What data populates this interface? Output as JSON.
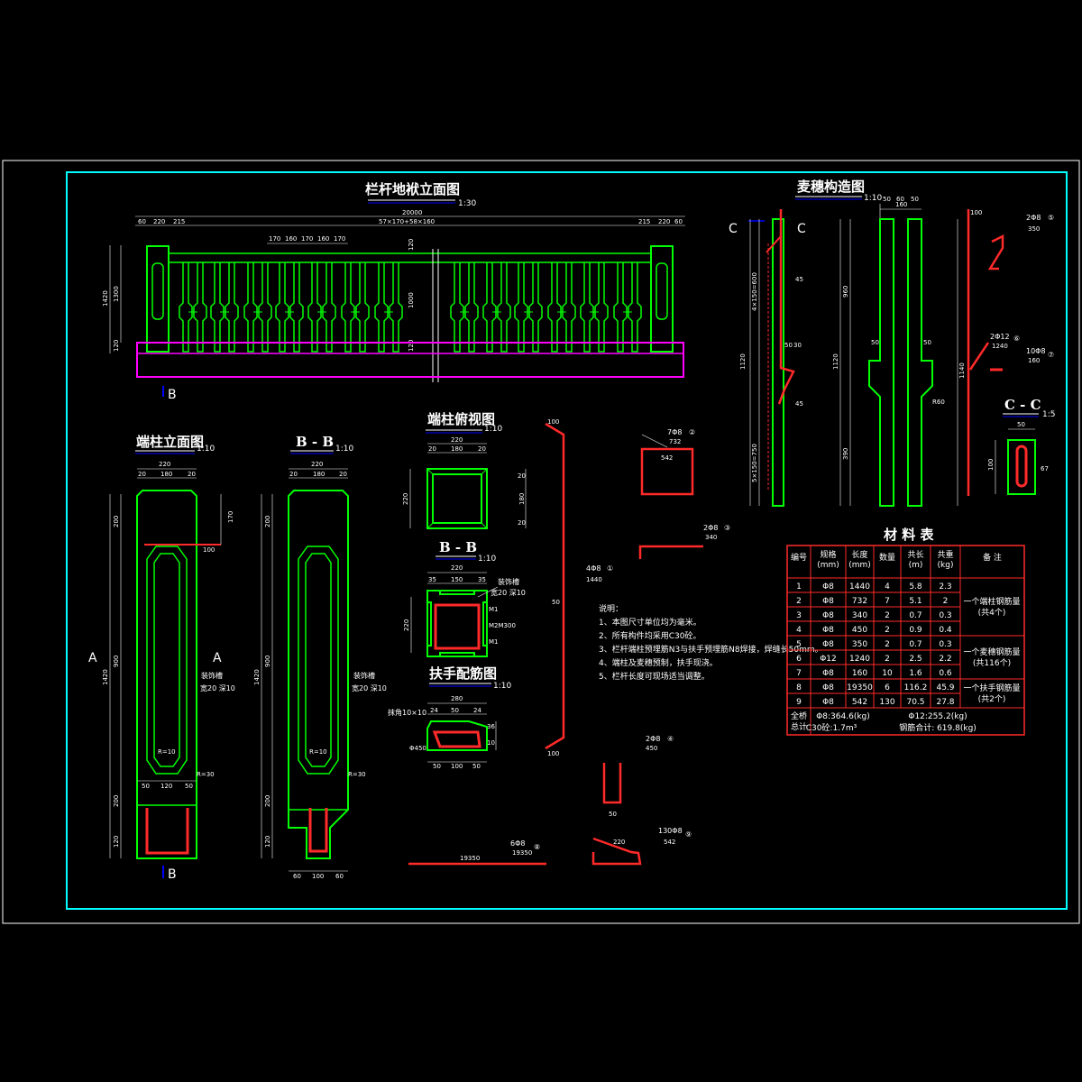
{
  "titles": {
    "railing_elevation": "栏杆地袱立面图",
    "railing_elevation_scale": "1:30",
    "baluster_structure": "麦穗构造图",
    "baluster_structure_scale": "1:10",
    "end_post_elevation": "端柱立面图",
    "end_post_elevation_scale": "1:10",
    "section_bb_1": "B - B",
    "section_bb_1_scale": "1:10",
    "end_post_top": "端柱俯视图",
    "end_post_top_scale": "1:10",
    "section_bb_2": "B - B",
    "section_bb_2_scale": "1:10",
    "handrail_rebar": "扶手配筋图",
    "handrail_rebar_scale": "1:10",
    "section_cc": "C - C",
    "section_cc_scale": "1:5",
    "material_table": "材 料 表"
  },
  "section_marks": {
    "a": "A",
    "b": "B",
    "c": "C"
  },
  "elevation_dims": {
    "total": "20000",
    "mid": "57×170+58×160",
    "left": [
      "60",
      "220",
      "215"
    ],
    "right": [
      "215",
      "220",
      "60"
    ],
    "pitch": [
      "170",
      "160",
      "170",
      "160",
      "170"
    ],
    "height_total": "1420",
    "height_main": "1300",
    "height_inner": "1000",
    "height_top": "120",
    "height_base": "120"
  },
  "post_dims": {
    "width": "220",
    "parts": [
      "20",
      "180",
      "20"
    ],
    "heights": [
      "200",
      "900",
      "200",
      "120"
    ],
    "total": "1420",
    "bottom_parts": [
      "60",
      "100",
      "60"
    ],
    "bottom_parts_left": [
      "50",
      "120",
      "50"
    ],
    "groove": "装饰槽",
    "groove_size": "宽20 深10",
    "radius": "R=10",
    "r30": "R=30",
    "side": "100",
    "side2": "170"
  },
  "top_view_dims": {
    "width": "220",
    "parts": [
      "20",
      "180",
      "20"
    ],
    "side": "220",
    "inner": "180",
    "edges": [
      "20",
      "20"
    ]
  },
  "section_dims": {
    "width": "220",
    "parts": [
      "35",
      "150",
      "35"
    ],
    "groove": "装饰槽",
    "groove_size": "宽20 深10",
    "marks": [
      "M1",
      "M1",
      "M2M300"
    ],
    "height": "220"
  },
  "handrail_dims": {
    "width": "280",
    "parts": [
      "24",
      "50",
      "24"
    ],
    "bottom": [
      "50",
      "100",
      "50"
    ],
    "chamfer": "抹角10×10",
    "dia": "Φ450",
    "heights": [
      "36",
      "10",
      "10"
    ]
  },
  "rebars": [
    {
      "label": "7Φ8",
      "num": "②",
      "length": "732"
    },
    {
      "label": "2Φ8",
      "num": "③",
      "length": "340"
    },
    {
      "label": "4Φ8",
      "num": "①",
      "length": "1440"
    },
    {
      "label": "2Φ8",
      "num": "④",
      "length": "450"
    },
    {
      "label": "6Φ8",
      "num": "⑧",
      "length": "19350"
    },
    {
      "label": "130Φ8",
      "num": "⑨",
      "length": "542"
    },
    {
      "label": "2Φ8",
      "num": "⑤",
      "length": "350"
    },
    {
      "label": "2Φ12",
      "num": "⑥",
      "length": "1240"
    },
    {
      "label": "10Φ8",
      "num": "⑦",
      "length": "160"
    }
  ],
  "notes": {
    "title": "说明：",
    "items": [
      "1、本图尺寸单位均为毫米。",
      "2、所有构件均采用C30砼。",
      "3、栏杆端柱预埋筋N3与扶手预埋筋N8焊接，焊缝长50mm。",
      "4、端柱及麦穗预制，扶手现浇。",
      "5、栏杆长度可现场适当调整。"
    ]
  },
  "material_table": {
    "headers": [
      "编号",
      "规格\n(mm)",
      "长度\n(mm)",
      "数量",
      "共长\n(m)",
      "共重\n(kg)",
      "备 注"
    ],
    "rows": [
      [
        "1",
        "Φ8",
        "1440",
        "4",
        "5.8",
        "2.3"
      ],
      [
        "2",
        "Φ8",
        "732",
        "7",
        "5.1",
        "2"
      ],
      [
        "3",
        "Φ8",
        "340",
        "2",
        "0.7",
        "0.3"
      ],
      [
        "4",
        "Φ8",
        "450",
        "2",
        "0.9",
        "0.4"
      ],
      [
        "5",
        "Φ8",
        "350",
        "2",
        "0.7",
        "0.3"
      ],
      [
        "6",
        "Φ12",
        "1240",
        "2",
        "2.5",
        "2.2"
      ],
      [
        "7",
        "Φ8",
        "160",
        "10",
        "1.6",
        "0.6"
      ],
      [
        "8",
        "Φ8",
        "19350",
        "6",
        "116.2",
        "45.9"
      ],
      [
        "9",
        "Φ8",
        "542",
        "130",
        "70.5",
        "27.8"
      ]
    ],
    "remarks": [
      "一个端柱钢筋量\n(共4个)",
      "一个麦穗钢筋量\n(共116个)",
      "一个扶手钢筋量\n(共2个)"
    ],
    "summary_label": "全桥\n总计",
    "summary_1": "Φ8:364.6(kg)",
    "summary_2": "Φ12:255.2(kg)",
    "summary_3": "C30砼:1.7m³",
    "summary_4": "钢筋合计: 619.8(kg)"
  },
  "baluster_dims": {
    "top": "160",
    "parts": [
      "50",
      "60",
      "50"
    ],
    "h1": "1120",
    "h2": "960",
    "h3": "390",
    "h4": "1140",
    "labels": [
      "50",
      "50",
      "30",
      "30",
      "50",
      "30",
      "50",
      "100",
      "R60",
      "45"
    ],
    "rebar_marks": [
      "4×150=600",
      "5×150=750"
    ],
    "c_width": "50",
    "c_height": "100",
    "c_side": "67"
  },
  "colors": {
    "frame": "#00ffff",
    "concrete": "#00ff00",
    "rebar": "#ff2a2a",
    "base": "#ff00ff",
    "dim": "#ffffff",
    "leader": "#0000ff"
  }
}
